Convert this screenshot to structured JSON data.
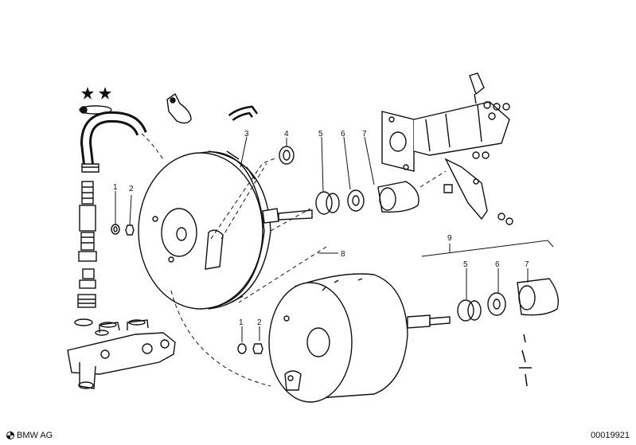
{
  "labels": {
    "1": "1",
    "2": "2",
    "3": "3",
    "4": "4",
    "5": "5",
    "6": "6",
    "7": "7",
    "8": "8",
    "9": "9"
  },
  "footer": {
    "brand": "BMW AG",
    "code": "00019921"
  },
  "icons": {
    "stars": "double-star-icon",
    "logo": "bmw-roundel-icon"
  },
  "colors": {
    "ink": "#111111",
    "paper": "#ffffff"
  }
}
